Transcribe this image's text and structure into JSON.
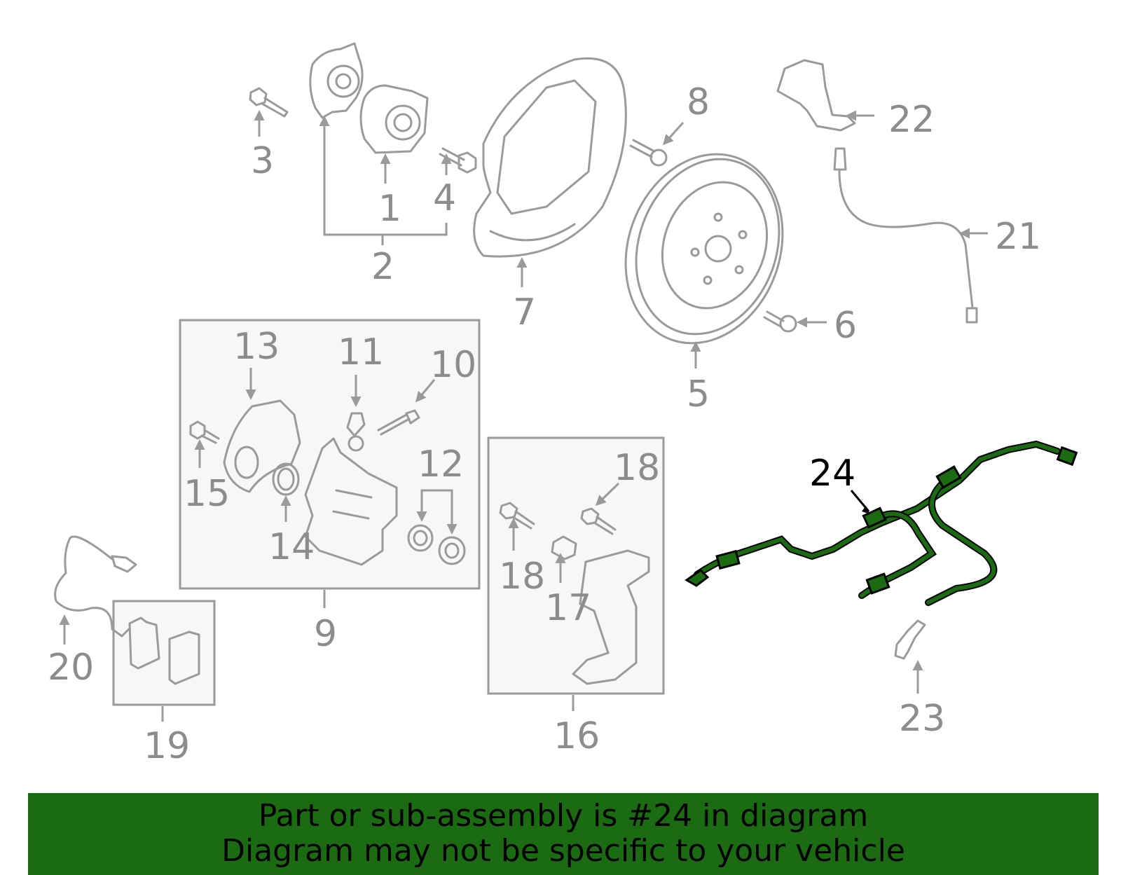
{
  "callouts": {
    "n1": "1",
    "n2": "2",
    "n3": "3",
    "n4": "4",
    "n5": "5",
    "n6": "6",
    "n7": "7",
    "n8": "8",
    "n9": "9",
    "n10": "10",
    "n11": "11",
    "n12": "12",
    "n13": "13",
    "n14": "14",
    "n15": "15",
    "n16": "16",
    "n17": "17",
    "n18a": "18",
    "n18b": "18",
    "n19": "19",
    "n20": "20",
    "n21": "21",
    "n22": "22",
    "n23": "23",
    "n24": "24"
  },
  "highlight": {
    "part_number": "24",
    "color": "#1a6b12"
  },
  "banner": {
    "line1": "Part or sub-assembly is #24 in diagram",
    "line2": "Diagram may not be specific to your vehicle",
    "background": "#1a6b12"
  }
}
